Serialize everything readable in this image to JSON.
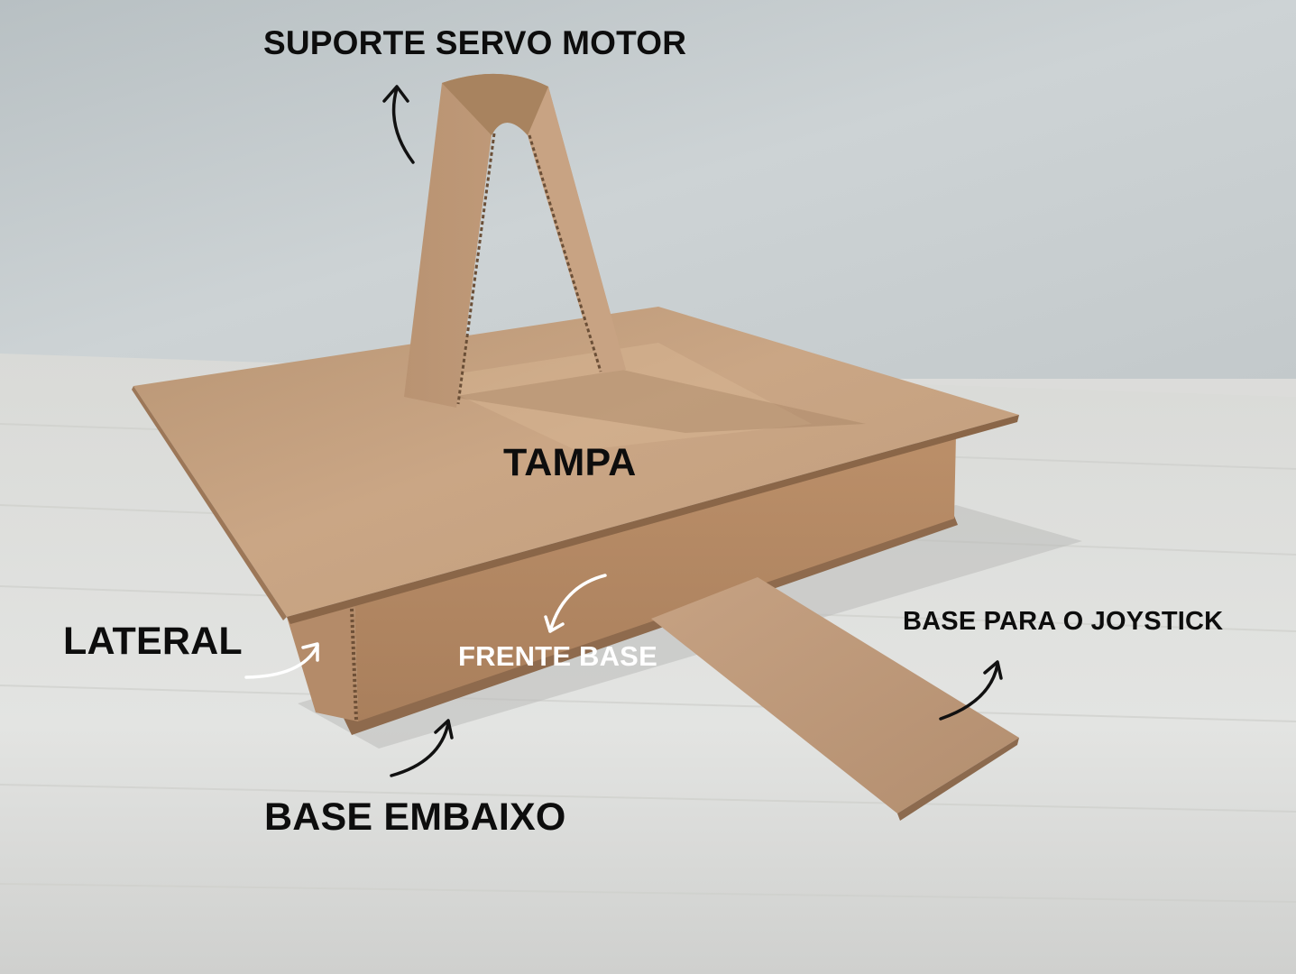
{
  "labels": {
    "suporte_servo_motor": "SUPORTE SERVO MOTOR",
    "tampa": "TAMPA",
    "lateral": "LATERAL",
    "frente_base": "FRENTE BASE",
    "base_para_joystick": "BASE PARA O JOYSTICK",
    "base_embaixo": "BASE EMBAIXO"
  },
  "colors": {
    "cardboard": "#c19a78",
    "cardboard_shadow": "#a57e5e",
    "wall": "#c9cfd1",
    "table": "#dfe0de",
    "dark_label": "#0d0d0d",
    "light_label": "#ffffff"
  }
}
